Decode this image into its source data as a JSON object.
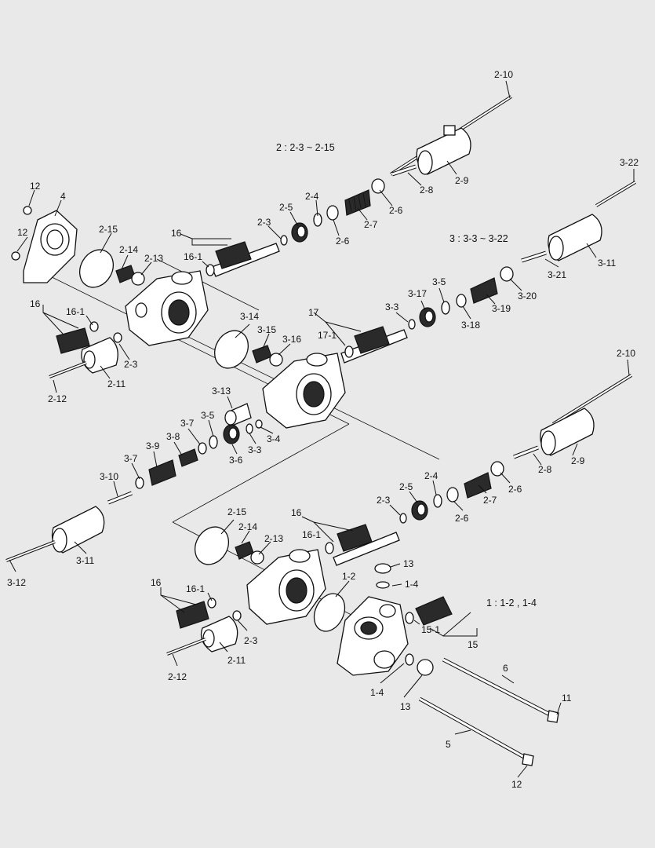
{
  "notes": {
    "note_2": "2 : 2-3 ~ 2-15",
    "note_3": "3 : 3-3 ~ 3-22",
    "note_1": "1 : 1-2 , 1-4"
  },
  "labels": {
    "l_2_10_top": "2-10",
    "l_2_9_top": "2-9",
    "l_2_8_top": "2-8",
    "l_2_6a_top": "2-6",
    "l_2_7_top": "2-7",
    "l_2_4_top": "2-4",
    "l_2_5_top": "2-5",
    "l_2_3_top": "2-3",
    "l_2_6b_top": "2-6",
    "l_12_a": "12",
    "l_4": "4",
    "l_12_b": "12",
    "l_2_15_top": "2-15",
    "l_16_top": "16",
    "l_16_1_top": "16-1",
    "l_2_14_top": "2-14",
    "l_2_13_top": "2-13",
    "l_16_left": "16",
    "l_16_1_left": "16-1",
    "l_2_3_left": "2-3",
    "l_2_11_top": "2-11",
    "l_2_12_top": "2-12",
    "l_3_22": "3-22",
    "l_3_11_top": "3-11",
    "l_3_21": "3-21",
    "l_3_20": "3-20",
    "l_3_19": "3-19",
    "l_3_5_top": "3-5",
    "l_3_17": "3-17",
    "l_3_18": "3-18",
    "l_3_3_top": "3-3",
    "l_17": "17",
    "l_17_1": "17-1",
    "l_3_14": "3-14",
    "l_3_15": "3-15",
    "l_3_16": "3-16",
    "l_3_13": "3-13",
    "l_3_7_a": "3-7",
    "l_3_5_b": "3-5",
    "l_3_8": "3-8",
    "l_3_9": "3-9",
    "l_3_7_b": "3-7",
    "l_3_6": "3-6",
    "l_3_3_b": "3-3",
    "l_3_4": "3-4",
    "l_3_10": "3-10",
    "l_3_11_b": "3-11",
    "l_3_12": "3-12",
    "l_2_10_mid": "2-10",
    "l_2_9_mid": "2-9",
    "l_2_8_mid": "2-8",
    "l_2_6a_mid": "2-6",
    "l_2_7_mid": "2-7",
    "l_2_4_mid": "2-4",
    "l_2_5_mid": "2-5",
    "l_2_3_mid": "2-3",
    "l_2_6b_mid": "2-6",
    "l_16_mid": "16",
    "l_16_1_mid": "16-1",
    "l_2_15_mid": "2-15",
    "l_2_14_mid": "2-14",
    "l_2_13_mid": "2-13",
    "l_16_low": "16",
    "l_16_1_low": "16-1",
    "l_2_3_low": "2-3",
    "l_2_11_low": "2-11",
    "l_2_12_low": "2-12",
    "l_13_a": "13",
    "l_1_4_a": "1-4",
    "l_1_2": "1-2",
    "l_15_1": "15-1",
    "l_15": "15",
    "l_6": "6",
    "l_1_4_b": "1-4",
    "l_13_b": "13",
    "l_11": "11",
    "l_5": "5",
    "l_12_c": "12"
  }
}
